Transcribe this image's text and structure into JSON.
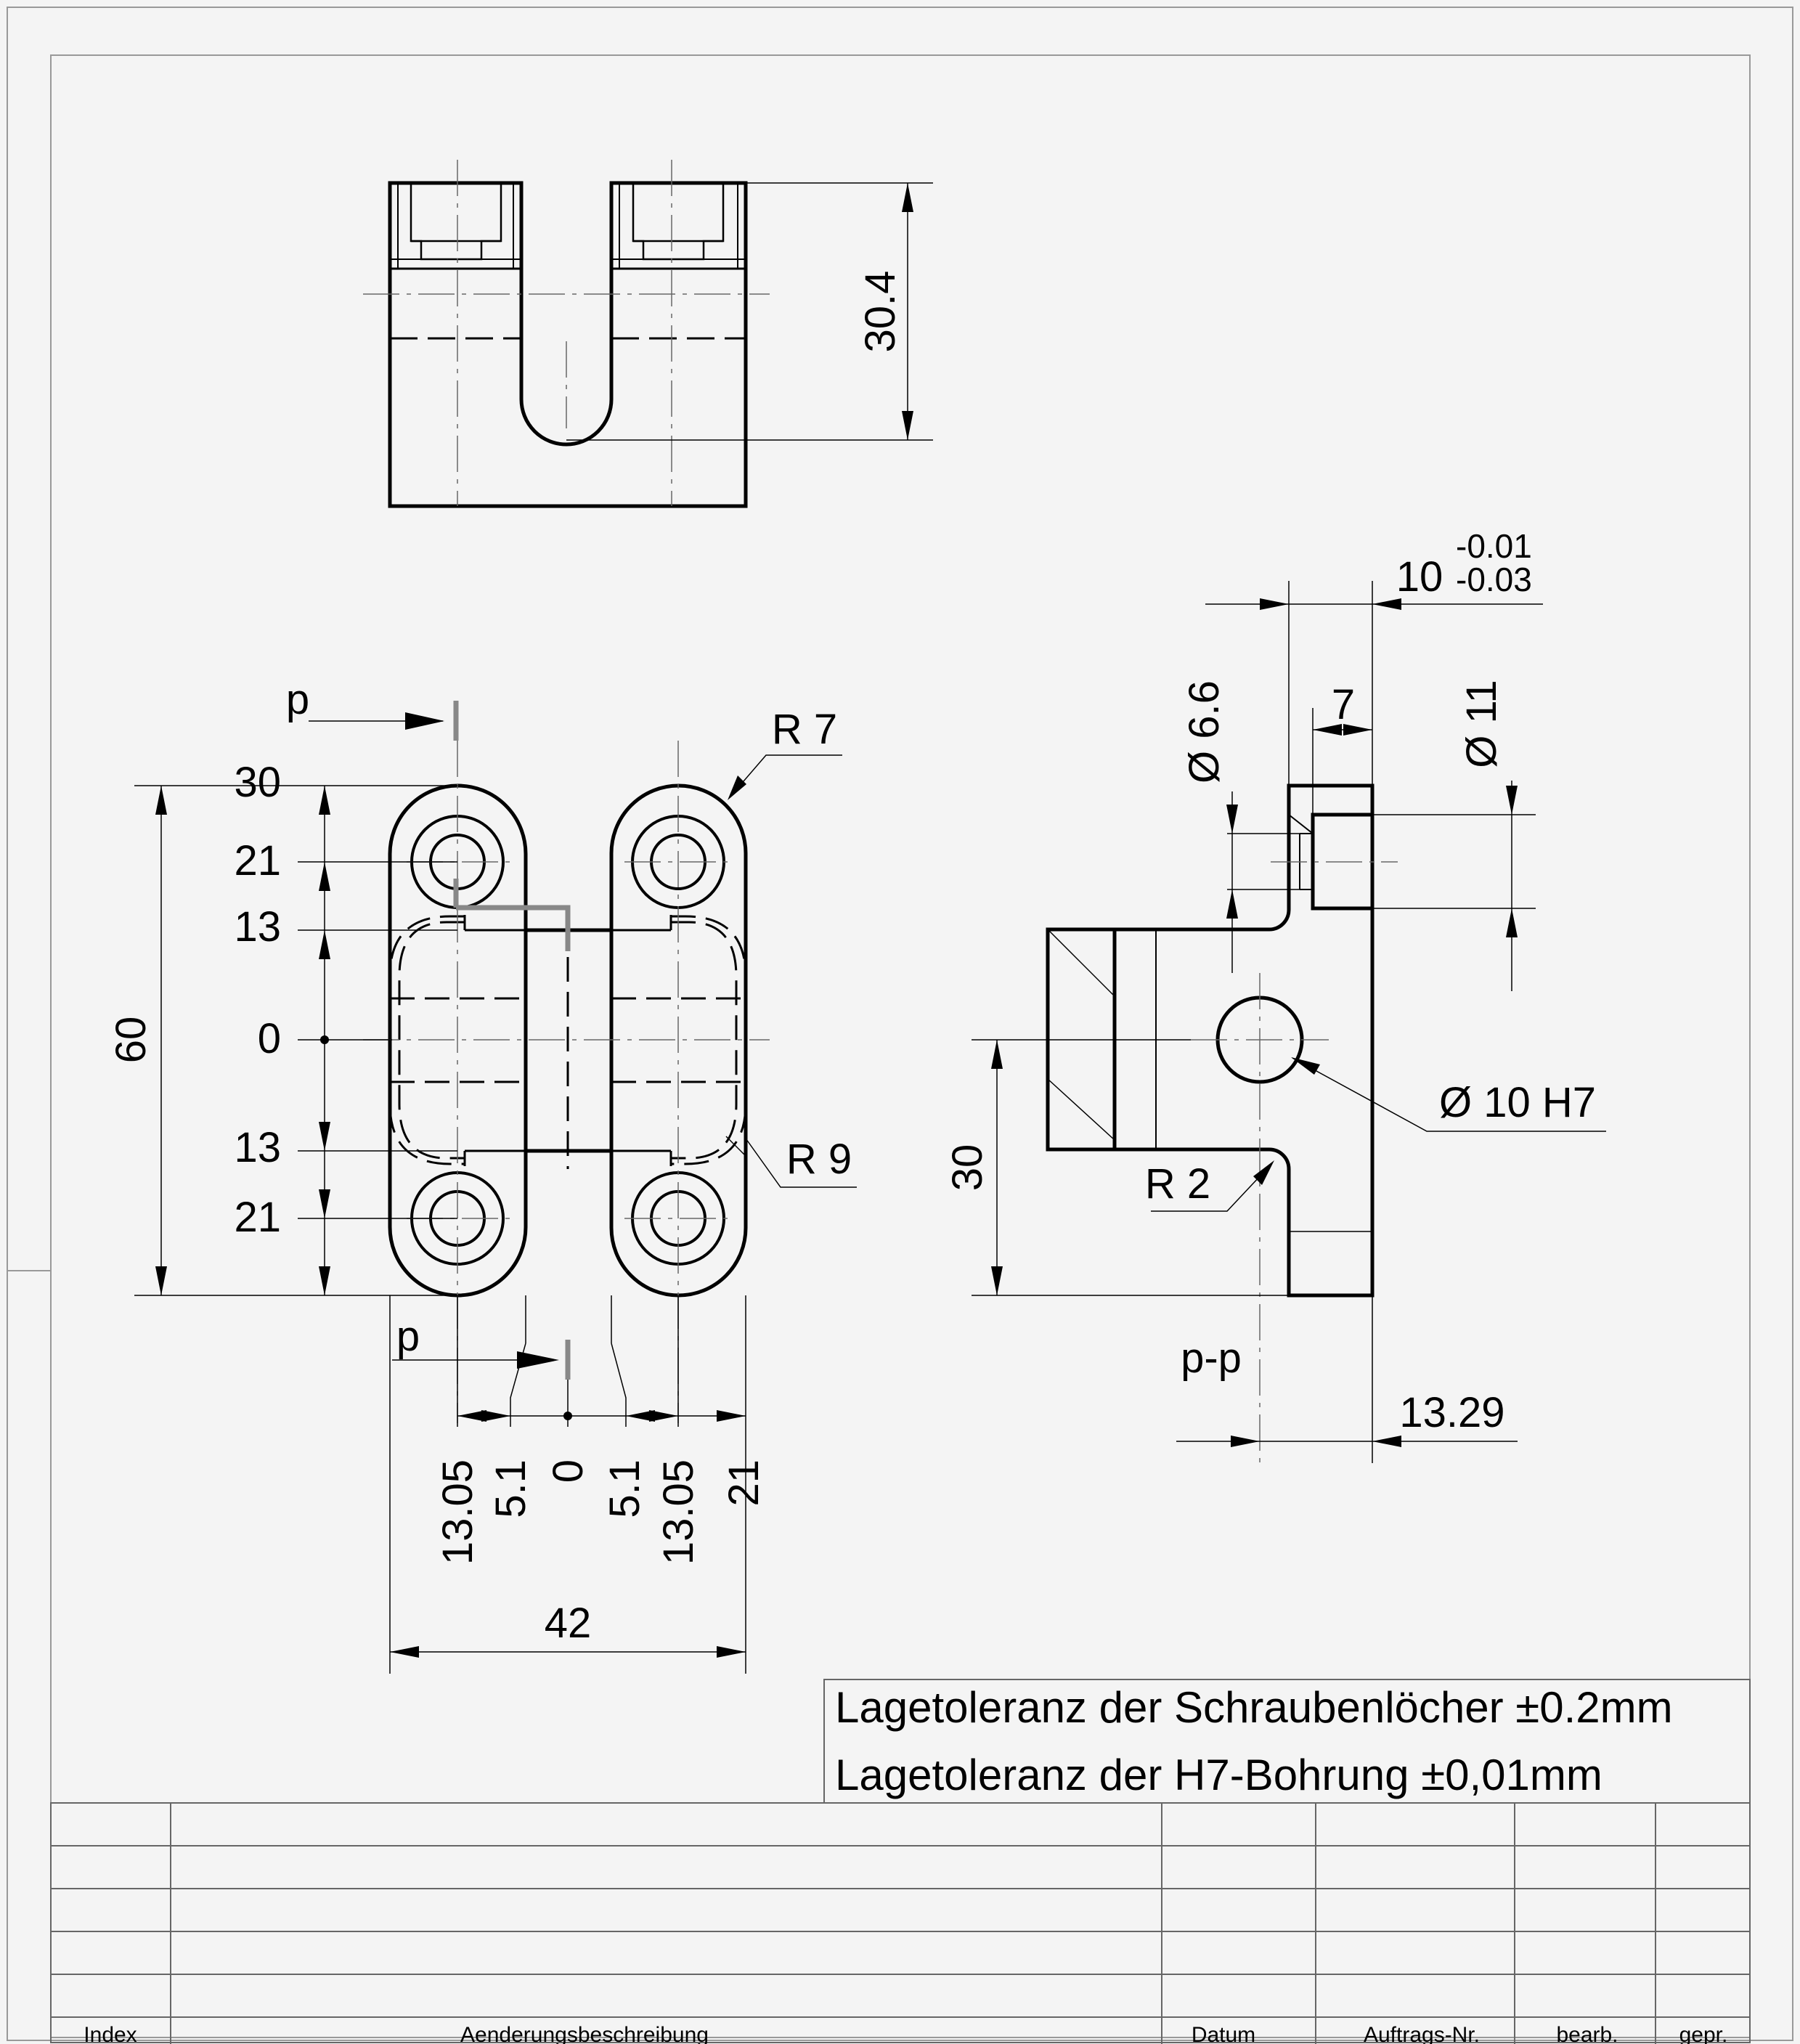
{
  "top_view": {
    "height_dim": "30.4"
  },
  "front_view": {
    "section_marks": [
      "p",
      "p"
    ],
    "radius_top": "R 7",
    "radius_side": "R 9",
    "vertical_coords": [
      "30",
      "21",
      "13",
      "0",
      "13",
      "21"
    ],
    "overall_height": "60",
    "horizontal_coords": [
      "13.05",
      "5.1",
      "0",
      "5.1",
      "13.05",
      "21"
    ],
    "overall_width": "42"
  },
  "side_view": {
    "width_dim": "10",
    "width_tol_upper": "-0.01",
    "width_tol_lower": "-0.03",
    "bore_small": "Ø 6.6",
    "counterbore_depth": "7",
    "counterbore_dia": "Ø 11",
    "bore_h7": "Ø 10 H7",
    "fillet": "R 2",
    "height_dim": "30",
    "section_label": "p-p",
    "offset_dim": "13.29"
  },
  "notes": [
    "Lagetoleranz der Schraubenlöcher ±0.2mm",
    "Lagetoleranz der H7-Bohrung ±0,01mm"
  ],
  "title_block": {
    "headers": [
      "Index",
      "Aenderungsbeschreibung",
      "Datum",
      "Auftrags-Nr.",
      "bearb.",
      "gepr."
    ]
  }
}
